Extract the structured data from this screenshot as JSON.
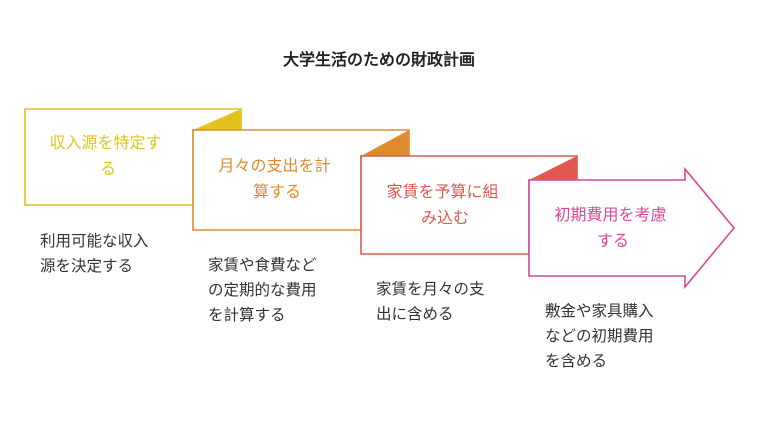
{
  "title": "大学生活のための財政計画",
  "steps": [
    {
      "label_lines": [
        "収入源を特定す",
        "る"
      ],
      "description_lines": [
        "利用可能な収入",
        "源を決定する"
      ],
      "color": "#E3C21B"
    },
    {
      "label_lines": [
        "月々の支出を計",
        "算する"
      ],
      "description_lines": [
        "家賃や食費など",
        "の定期的な費用",
        "を計算する"
      ],
      "color": "#E08A2E"
    },
    {
      "label_lines": [
        "家賃を予算に組",
        "み込む"
      ],
      "description_lines": [
        "家賃を月々の支",
        "出に含める"
      ],
      "color": "#E0584D"
    },
    {
      "label_lines": [
        "初期費用を考慮",
        "する"
      ],
      "description_lines": [
        "敷金や家具購入",
        "などの初期費用",
        "を含める"
      ],
      "color": "#D9479A"
    }
  ]
}
